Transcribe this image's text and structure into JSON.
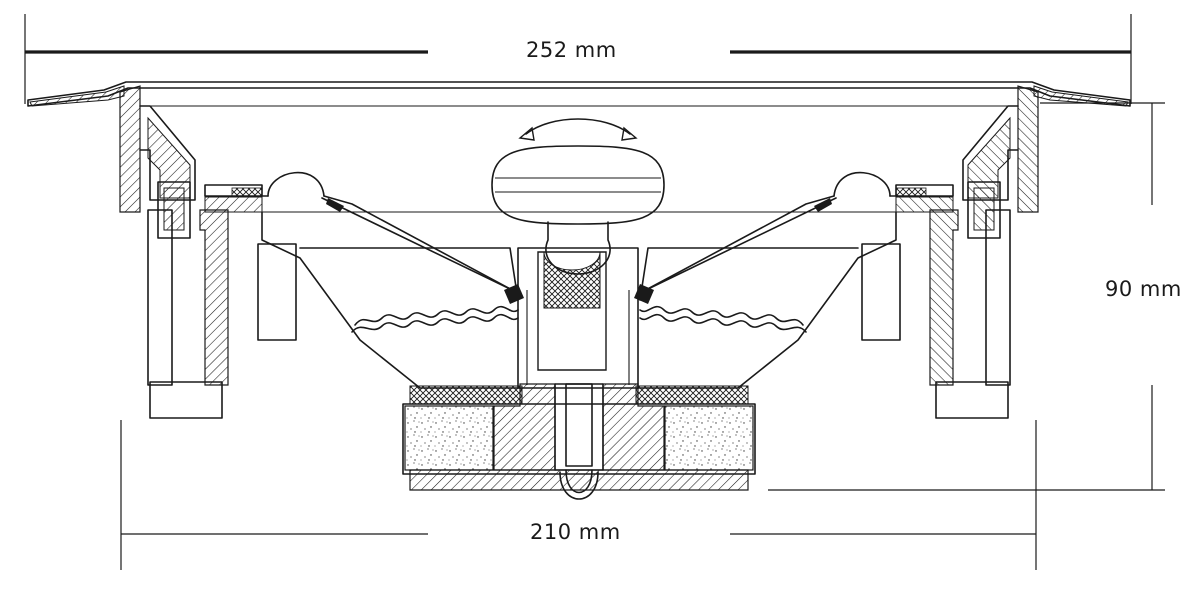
{
  "dimensions": {
    "top_width": "252 mm",
    "height": "90 mm",
    "bottom_width": "210 mm"
  }
}
